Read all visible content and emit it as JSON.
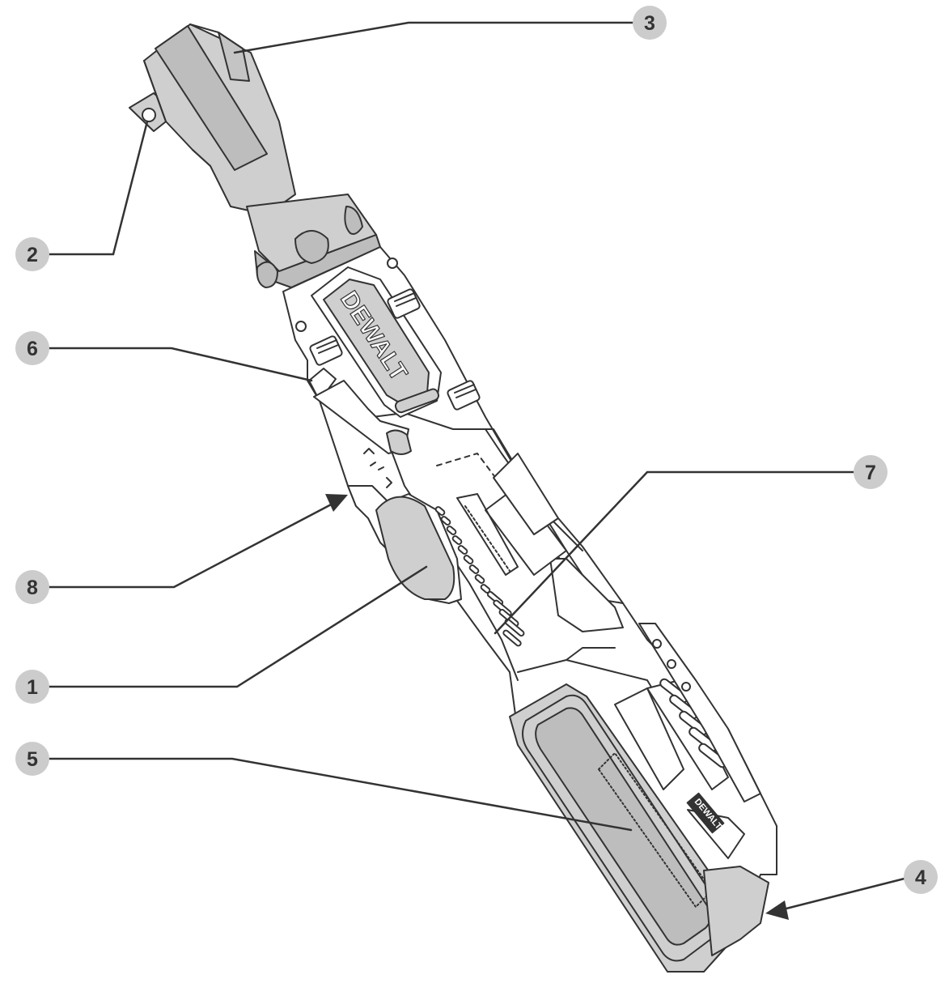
{
  "diagram": {
    "brand_label": "DEWALT",
    "brand_label_small": "DEWALT",
    "callouts": [
      {
        "id": "1",
        "label": "1"
      },
      {
        "id": "2",
        "label": "2"
      },
      {
        "id": "3",
        "label": "3"
      },
      {
        "id": "4",
        "label": "4"
      },
      {
        "id": "5",
        "label": "5"
      },
      {
        "id": "6",
        "label": "6"
      },
      {
        "id": "7",
        "label": "7"
      },
      {
        "id": "8",
        "label": "8"
      }
    ]
  },
  "colors": {
    "background": "#ffffff",
    "outline": "#333333",
    "fill_gray": "#cfcfcf",
    "fill_dark_gray": "#bdbdbd",
    "callout_circle": "#cccccc",
    "callout_text": "#333333"
  }
}
